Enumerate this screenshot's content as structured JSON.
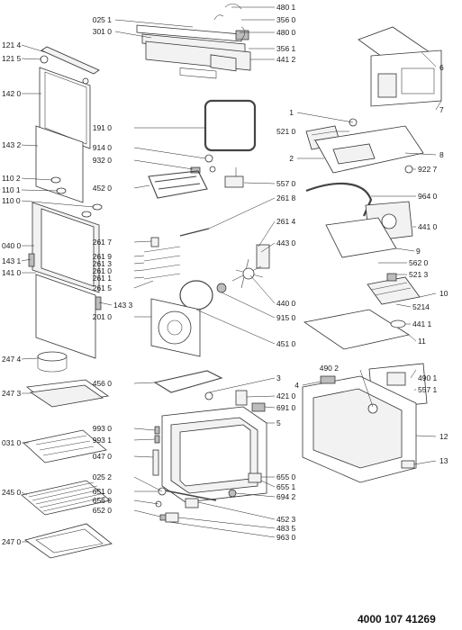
{
  "document_code": "4000 107 41269",
  "part_labels": [
    "480 1",
    "025 1",
    "356 0",
    "301 0",
    "480 0",
    "356 1",
    "441 2",
    "121 4",
    "121 5",
    "6",
    "142 0",
    "7",
    "1",
    "521 0",
    "191 0",
    "143 2",
    "2",
    "8",
    "914 0",
    "932 0",
    "922 7",
    "110 2",
    "452 0",
    "557 0",
    "110 1",
    "261 8",
    "964 0",
    "110 0",
    "261 4",
    "441 0",
    "261 7",
    "040 0",
    "443 0",
    "9",
    "261 9",
    "143 1",
    "261 3",
    "562 0",
    "141 0",
    "261 0",
    "521 3",
    "261 1",
    "261 5",
    "10",
    "5214",
    "143 3",
    "440 0",
    "201 0",
    "915 0",
    "441 1",
    "11",
    "451 0",
    "247 4",
    "490 2",
    "490 1",
    "4",
    "456 0",
    "3",
    "247 3",
    "421 0",
    "557 1",
    "691 0",
    "5",
    "993 0",
    "12",
    "031 0",
    "993 1",
    "047 0",
    "13",
    "025 2",
    "655 0",
    "655 1",
    "651 0",
    "245 0",
    "656 0",
    "694 2",
    "652 0",
    "452 3",
    "483 5",
    "963 0",
    "247 0"
  ]
}
